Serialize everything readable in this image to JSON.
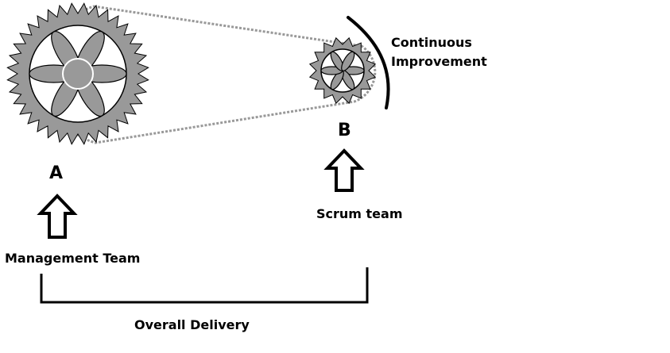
{
  "diagram": {
    "gears": [
      {
        "id": "A",
        "label": "A",
        "team": "Management Team",
        "size": "large",
        "teeth": 36
      },
      {
        "id": "B",
        "label": "B",
        "team": "Scrum team",
        "size": "small",
        "teeth": 16
      }
    ],
    "arc_label_line1": "Continuous",
    "arc_label_line2": "Improvement",
    "bracket_label": "Overall Delivery",
    "colors": {
      "gear_fill": "#999999",
      "gear_outline": "#000000",
      "chain": "#999999",
      "text": "#000000",
      "background": "#ffffff"
    }
  }
}
